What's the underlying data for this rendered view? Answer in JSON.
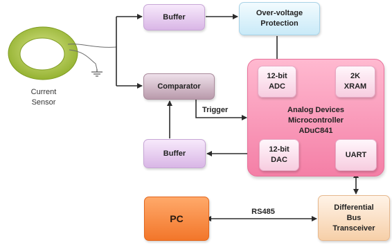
{
  "blocks": {
    "buffer_top": "Buffer",
    "overvoltage": [
      "Over-voltage",
      "Protection"
    ],
    "comparator": "Comparator",
    "buffer_bottom": "Buffer",
    "adc": [
      "12-bit",
      "ADC"
    ],
    "xram": [
      "2K",
      "XRAM"
    ],
    "microcontroller": [
      "Analog Devices",
      "Microcontroller",
      "ADuC841"
    ],
    "dac": [
      "12-bit",
      "DAC"
    ],
    "uart": "UART",
    "pc": "PC",
    "transceiver": [
      "Differential",
      "Bus",
      "Transceiver"
    ]
  },
  "labels": {
    "sensor": [
      "Current",
      "Sensor"
    ],
    "trigger": "Trigger",
    "rs485": "RS485"
  },
  "colors": {
    "line": "#2b2b2b",
    "sensor_ring": "#a6bf3a",
    "pc_fill": "#f2762a",
    "mcu_fill": "#f47fa6"
  }
}
